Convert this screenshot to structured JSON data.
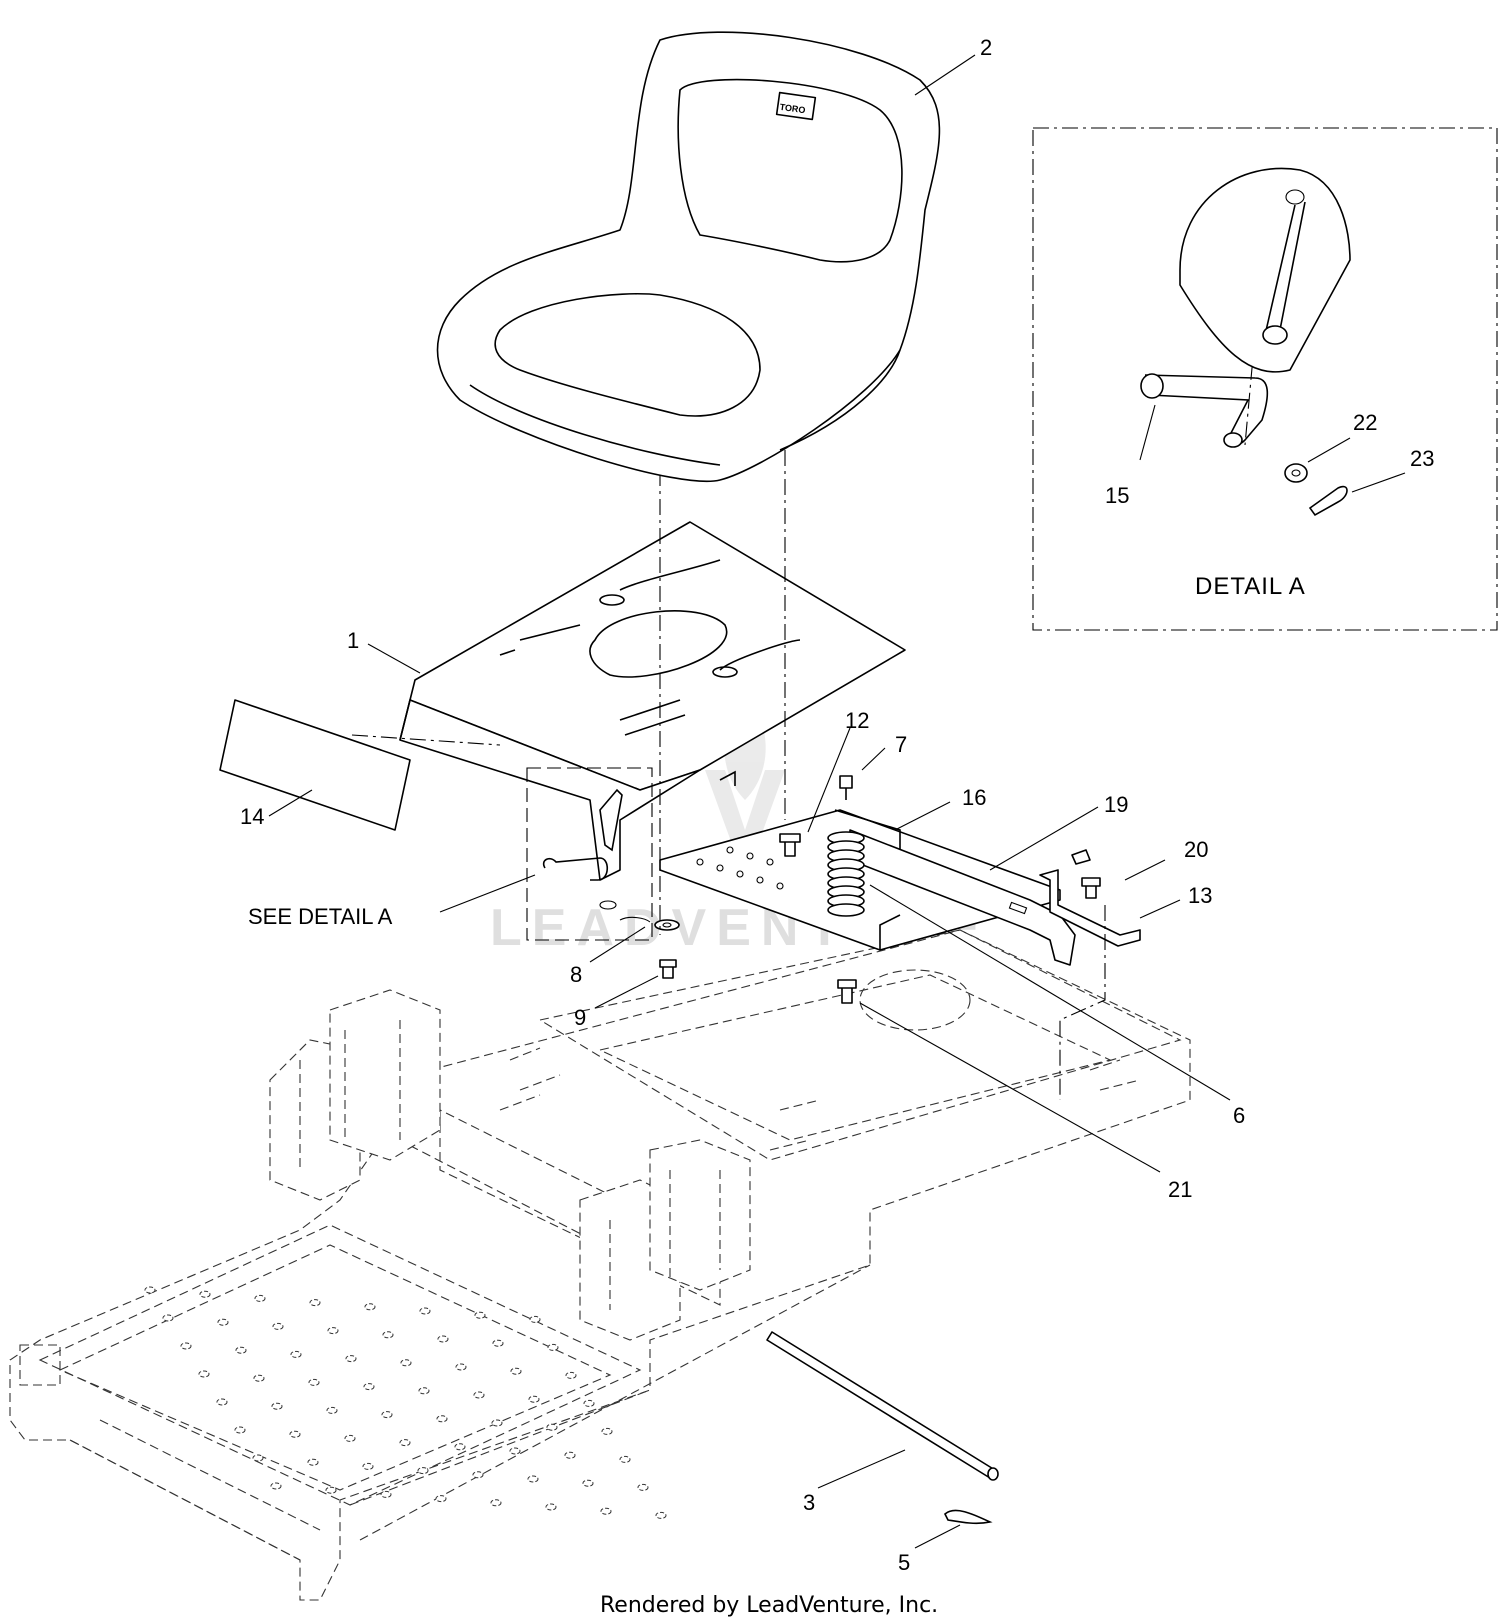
{
  "callouts": [
    {
      "id": "2",
      "label": "2"
    },
    {
      "id": "1",
      "label": "1"
    },
    {
      "id": "14",
      "label": "14"
    },
    {
      "id": "12",
      "label": "12"
    },
    {
      "id": "7",
      "label": "7"
    },
    {
      "id": "16",
      "label": "16"
    },
    {
      "id": "19",
      "label": "19"
    },
    {
      "id": "20",
      "label": "20"
    },
    {
      "id": "13",
      "label": "13"
    },
    {
      "id": "8",
      "label": "8"
    },
    {
      "id": "9",
      "label": "9"
    },
    {
      "id": "6",
      "label": "6"
    },
    {
      "id": "21",
      "label": "21"
    },
    {
      "id": "3",
      "label": "3"
    },
    {
      "id": "5",
      "label": "5"
    },
    {
      "id": "15",
      "label": "15"
    },
    {
      "id": "22",
      "label": "22"
    },
    {
      "id": "23",
      "label": "23"
    }
  ],
  "see_detail_label": "SEE DETAIL  A",
  "detail_title": "DETAIL  A",
  "seat_logo": "TORO",
  "watermark": "LEADVENTURE",
  "footer": "Rendered by LeadVenture, Inc."
}
